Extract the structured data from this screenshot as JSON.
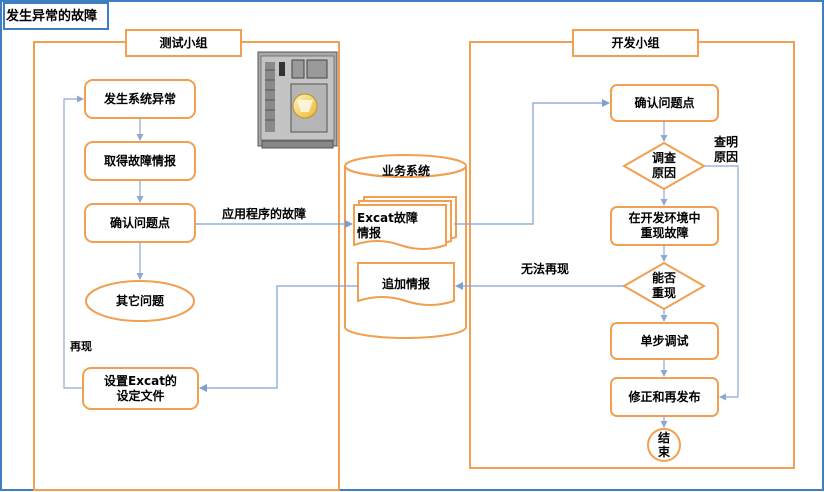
{
  "title": "发生异常的故障",
  "test_group": {
    "header": "测试小组",
    "nodes": {
      "occur": "发生系统异常",
      "get_info": "取得故障情报",
      "confirm": "确认问题点",
      "other": "其它问题",
      "config": "设置Excat的\n设定文件"
    },
    "reproduce_label": "再现"
  },
  "business_system": {
    "label": "业务系统",
    "doc": "Excat故障\n情报",
    "add_info": "追加情报"
  },
  "dev_group": {
    "header": "开发小组",
    "nodes": {
      "confirm": "确认问题点",
      "investigate": "调查\n原因",
      "reproduce": "在开发环境中\n重现故障",
      "can_reproduce": "能否\n重现",
      "debug": "单步调试",
      "fix": "修正和再发布",
      "end": "结\n束"
    },
    "find_cause_label": "查明\n原因",
    "no_reproduce_label": "无法再现"
  },
  "app_fault_label": "应用程序的故障",
  "icons": [
    "server-icon"
  ],
  "colors": {
    "outline_orange": "#f0a050",
    "frame_blue": "#3f7fc1",
    "arrow_blue": "#7f9fd0",
    "background": "#ffffff"
  }
}
